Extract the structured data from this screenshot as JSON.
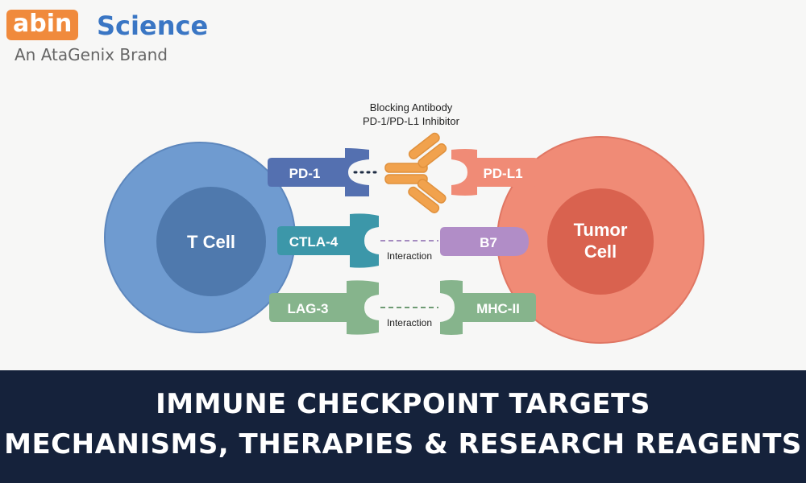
{
  "logo": {
    "brand_part1": "abin",
    "brand_part2": "Science",
    "tagline": "An AtaGenix Brand"
  },
  "diagram": {
    "antibody_title_line1": "Blocking Antibody",
    "antibody_title_line2": "PD-1/PD-L1 Inhibitor",
    "t_cell_label": "T Cell",
    "tumor_cell_label_line1": "Tumor",
    "tumor_cell_label_line2": "Cell",
    "receptors": {
      "pd1": "PD-1",
      "ctla4": "CTLA-4",
      "lag3": "LAG-3"
    },
    "ligands": {
      "pdl1": "PD-L1",
      "b7": "B7",
      "mhc2": "MHC-II"
    },
    "interaction_label_1": "Interaction",
    "interaction_label_2": "Interaction",
    "colors": {
      "t_cell_outer": "#6f9bd0",
      "t_cell_inner": "#4f79ad",
      "tumor_outer": "#f08b76",
      "tumor_inner": "#d9624f",
      "pd1": "#5470b0",
      "ctla4": "#3c97a9",
      "lag3": "#86b48c",
      "pdl1": "#f08b76",
      "b7": "#b18dc7",
      "mhc2": "#86b48c",
      "antibody": "#f1a24d"
    }
  },
  "banner": {
    "line1": "IMMUNE CHECKPOINT TARGETS",
    "line2": "MECHANISMS, THERAPIES & RESEARCH REAGENTS"
  }
}
